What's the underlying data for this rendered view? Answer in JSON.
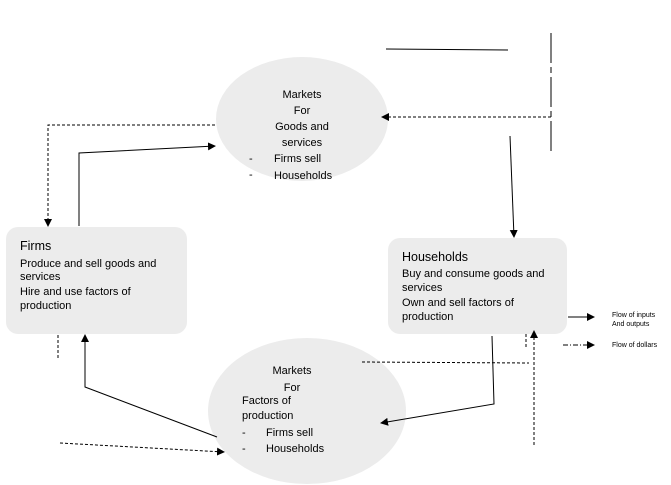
{
  "goods_market": {
    "line1": "Markets",
    "line2": "For",
    "line3": "Goods and",
    "line4": "services",
    "bullet": "-",
    "item1": "Firms sell",
    "item2": "Households"
  },
  "factor_market": {
    "line1": "Markets",
    "line2": "For",
    "line3": "Factors of",
    "line4": "production",
    "bullet": "-",
    "item1": "Firms sell",
    "item2": "Households"
  },
  "firms": {
    "title": "Firms",
    "line1": "Produce and sell goods and",
    "line2": "services",
    "line3": "Hire and use factors of",
    "line4": "production"
  },
  "households": {
    "title": "Households",
    "line1": "Buy and consume goods and",
    "line2": "services",
    "line3": "Own and sell factors of",
    "line4": "production"
  },
  "legend": {
    "inputs_line1": "Flow of inputs",
    "inputs_line2": "And outputs",
    "dollars": "Flow of dollars"
  }
}
